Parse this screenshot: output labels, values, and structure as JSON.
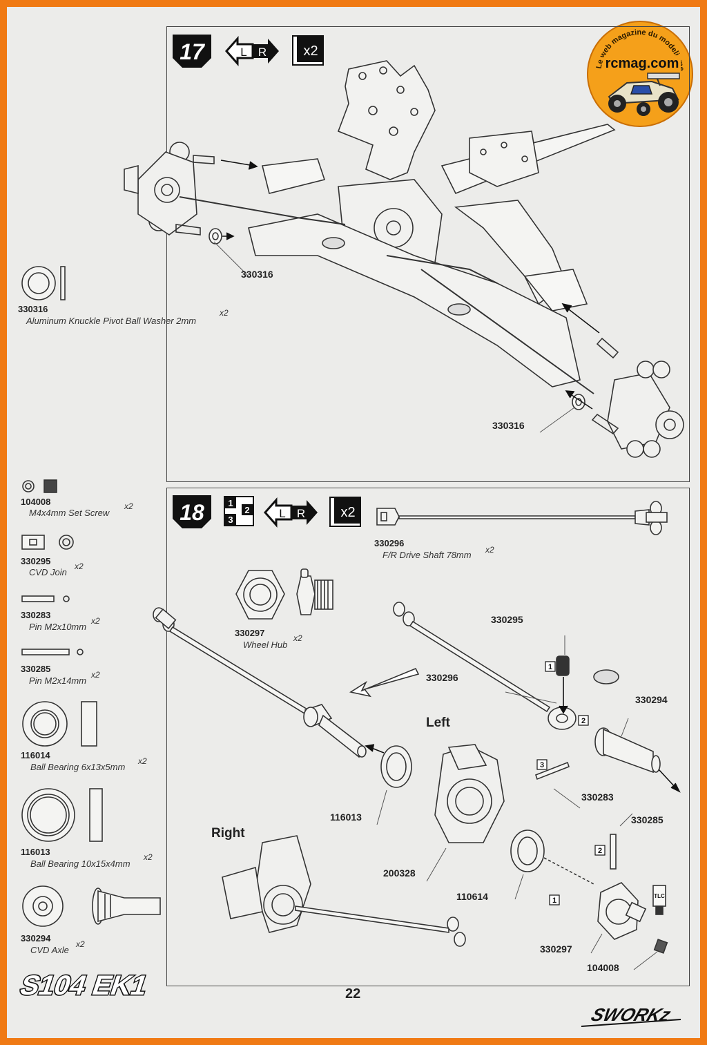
{
  "watermark": {
    "title": "rcmag.com",
    "tagline": "Le web magazine du modelisme"
  },
  "step17": {
    "number": "17",
    "sides": {
      "left": "L",
      "right": "R"
    },
    "quantity": "x2",
    "callouts": [
      "330316",
      "330316"
    ],
    "parts": [
      {
        "code": "330316",
        "name": "Aluminum Knuckle Pivot Ball Washer 2mm",
        "qty": "x2"
      }
    ]
  },
  "step18": {
    "number": "18",
    "sequence": [
      "1",
      "2",
      "3"
    ],
    "sides": {
      "left": "L",
      "right": "R"
    },
    "quantity": "x2",
    "shaft": {
      "code": "330296",
      "name": "F/R Drive Shaft 78mm",
      "qty": "x2"
    },
    "hub": {
      "code": "330297",
      "name": "Wheel Hub",
      "qty": "x2"
    },
    "labels": {
      "left": "Left",
      "right": "Right"
    },
    "callouts": {
      "c330295": "330295",
      "c330296": "330296",
      "c330294": "330294",
      "c330283": "330283",
      "c330285": "330285",
      "c116013": "116013",
      "c200328": "200328",
      "c110614": "110614",
      "c330297": "330297",
      "c104008": "104008"
    },
    "step_marks": {
      "m1a": "1",
      "m2a": "2",
      "m3": "3",
      "m2b": "2",
      "m1b": "1"
    },
    "glue_label": "TLC",
    "parts": [
      {
        "code": "104008",
        "name": "M4x4mm Set Screw",
        "qty": "x2"
      },
      {
        "code": "330295",
        "name": "CVD Join",
        "qty": "x2"
      },
      {
        "code": "330283",
        "name": "Pin M2x10mm",
        "qty": "x2"
      },
      {
        "code": "330285",
        "name": "Pin M2x14mm",
        "qty": "x2"
      },
      {
        "code": "116014",
        "name": "Ball Bearing 6x13x5mm",
        "qty": "x2"
      },
      {
        "code": "116013",
        "name": "Ball Bearing 10x15x4mm",
        "qty": "x2"
      },
      {
        "code": "330294",
        "name": "CVD Axle",
        "qty": "x2"
      }
    ]
  },
  "footer": {
    "model": "S104 EK1",
    "page": "22",
    "brand": "SWORKz"
  }
}
